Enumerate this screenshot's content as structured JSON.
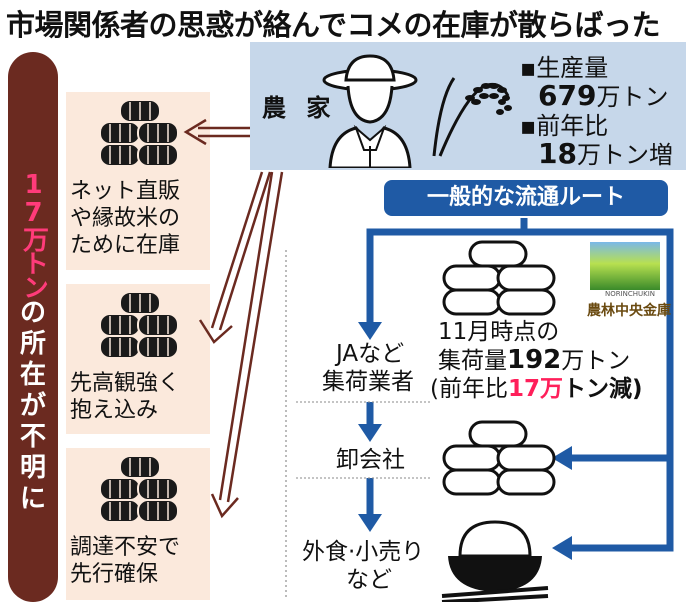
{
  "title": "市場関係者の思惑が絡んでコメの在庫が散らばった",
  "left_bar": {
    "highlight": "17万トン",
    "rest": [
      "の",
      "所",
      "在",
      "が",
      "不",
      "明",
      "に"
    ]
  },
  "left_boxes": [
    {
      "lines": [
        "ネット直販",
        "や縁故米の",
        "ために在庫"
      ]
    },
    {
      "lines": [
        "先高観強く",
        "抱え込み"
      ]
    },
    {
      "lines": [
        "調達不安で",
        "先行確保"
      ]
    }
  ],
  "farmer": {
    "label": "農 家",
    "stat1_label": "▪生産量",
    "stat1_value": "679",
    "stat1_unit": "万トン",
    "stat2_label": "▪前年比",
    "stat2_value": "18",
    "stat2_unit": "万トン増"
  },
  "route": {
    "title": "一般的な流通ルート"
  },
  "collectors": {
    "lines": [
      "JAなど",
      "集荷業者"
    ],
    "info_line1": "11月時点の",
    "info_line2_prefix": "集荷量",
    "info_line2_value": "192",
    "info_line2_unit": "万トン",
    "info_line3_prefix": "(前年比",
    "info_line3_value": "17万",
    "info_line3_suffix": "トン減)"
  },
  "wholesaler": {
    "label": "卸会社"
  },
  "retail": {
    "lines": [
      "外食·小売り",
      "など"
    ]
  },
  "logo": {
    "caption": "農林中央金庫",
    "sub": "NORINCHUKIN"
  },
  "colors": {
    "brown": "#6b2a20",
    "blue": "#1f5aa5",
    "box_blue": "#c6d7ea",
    "peach": "#fbe9dc",
    "red": "#ff1f5a"
  }
}
